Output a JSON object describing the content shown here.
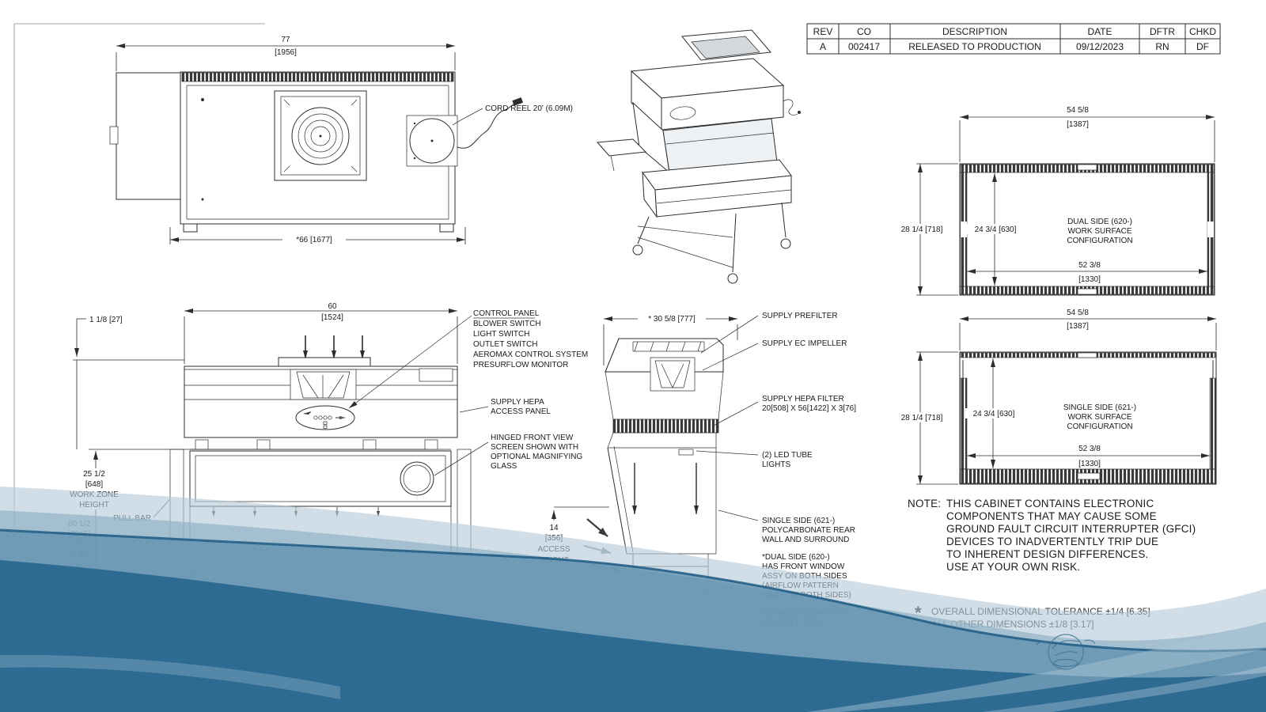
{
  "title_block": {
    "headers": [
      "REV",
      "CO",
      "DESCRIPTION",
      "DATE",
      "DFTR",
      "CHKD"
    ],
    "row": [
      "A",
      "002417",
      "RELEASED TO PRODUCTION",
      "09/12/2023",
      "RN",
      "DF"
    ]
  },
  "top_view": {
    "dim_width_in": "77",
    "dim_width_mm": "[1956]",
    "dim_inner": "*66 [1677]",
    "cord_reel": "CORD REEL 20' (6.09M)"
  },
  "front_view": {
    "dim_top_in": "60",
    "dim_top_mm": "[1524]",
    "dim_offset": "1 1/8 [27]",
    "work_zone": [
      "25 1/2",
      "[648]",
      "WORK ZONE",
      "HEIGHT"
    ],
    "height_range": [
      "80 1/2",
      "[2045]",
      "TO",
      "91 1/2",
      "[2324]"
    ],
    "pull_bar": "PULL BAR",
    "control_panel": [
      "CONTROL PANEL",
      "BLOWER SWITCH",
      "LIGHT SWITCH",
      "OUTLET SWITCH",
      "AEROMAX CONTROL SYSTEM",
      "PRESURFLOW MONITOR"
    ],
    "supply_hepa": [
      "SUPPLY HEPA",
      "ACCESS PANEL"
    ],
    "hinged_screen": [
      "HINGED FRONT VIEW",
      "SCREEN SHOWN WITH",
      "OPTIONAL MAGNIFYING",
      "GLASS"
    ]
  },
  "side_view": {
    "dim_depth": "* 30 5/8 [777]",
    "access": [
      "14",
      "[356]",
      "ACCESS",
      "HEIGHT"
    ],
    "prefilter": "SUPPLY PREFILTER",
    "impeller": "SUPPLY EC IMPELLER",
    "hepa_filter": [
      "SUPPLY HEPA FILTER",
      "20[508] X 56[1422] X 3[76]"
    ],
    "led": [
      "(2) LED TUBE",
      "LIGHTS"
    ],
    "single_side": [
      "SINGLE SIDE (621-)",
      "POLYCARBONATE REAR",
      "WALL AND SURROUND"
    ],
    "dual_side": [
      "*DUAL SIDE (620-)",
      "HAS FRONT WINDOW",
      "ASSY ON BOTH SIDES",
      "(AIRFLOW PATTERN",
      "SAME ON BOTH SIDES)"
    ],
    "exhaust": [
      "EXHAUST HEPA FILTER",
      "52[1321] X 3[76]"
    ]
  },
  "work_surface_views": {
    "dual": {
      "dim_top_in": "54 5/8",
      "dim_top_mm": "[1387]",
      "dim_left": "28 1/4 [718]",
      "dim_inner_v": "24 3/4 [630]",
      "dim_inner_h_in": "52 3/8",
      "dim_inner_h_mm": "[1330]",
      "label": [
        "DUAL SIDE (620-)",
        "WORK SURFACE",
        "CONFIGURATION"
      ]
    },
    "single": {
      "dim_top_in": "54 5/8",
      "dim_top_mm": "[1387]",
      "dim_left": "28 1/4 [718]",
      "dim_inner_v": "24 3/4 [630]",
      "dim_inner_h_in": "52 3/8",
      "dim_inner_h_mm": "[1330]",
      "label": [
        "SINGLE SIDE (621-)",
        "WORK SURFACE",
        "CONFIGURATION"
      ]
    }
  },
  "note": {
    "prefix": "NOTE:",
    "lines": [
      "THIS CABINET CONTAINS ELECTRONIC",
      "COMPONENTS THAT MAY CAUSE SOME",
      "GROUND FAULT CIRCUIT INTERRUPTER (GFCI)",
      "DEVICES TO INADVERTENTLY TRIP DUE",
      "TO INHERENT DESIGN DIFFERENCES.",
      "USE AT YOUR OWN RISK."
    ]
  },
  "tolerance": {
    "mark": "*",
    "lines": [
      "OVERALL DIMENSIONAL TOLERANCE ±1/4 [6.35]",
      "ALL OTHER DIMENSIONS ±1/8 [3.17]"
    ]
  },
  "colors": {
    "line": "#2d2d2d",
    "wave_light": "#b4cad8",
    "wave_mid": "#8fb2c5",
    "wave_deep": "#5d8fae",
    "wave_dark": "#2e6b93",
    "crest": "#1d5a84"
  }
}
